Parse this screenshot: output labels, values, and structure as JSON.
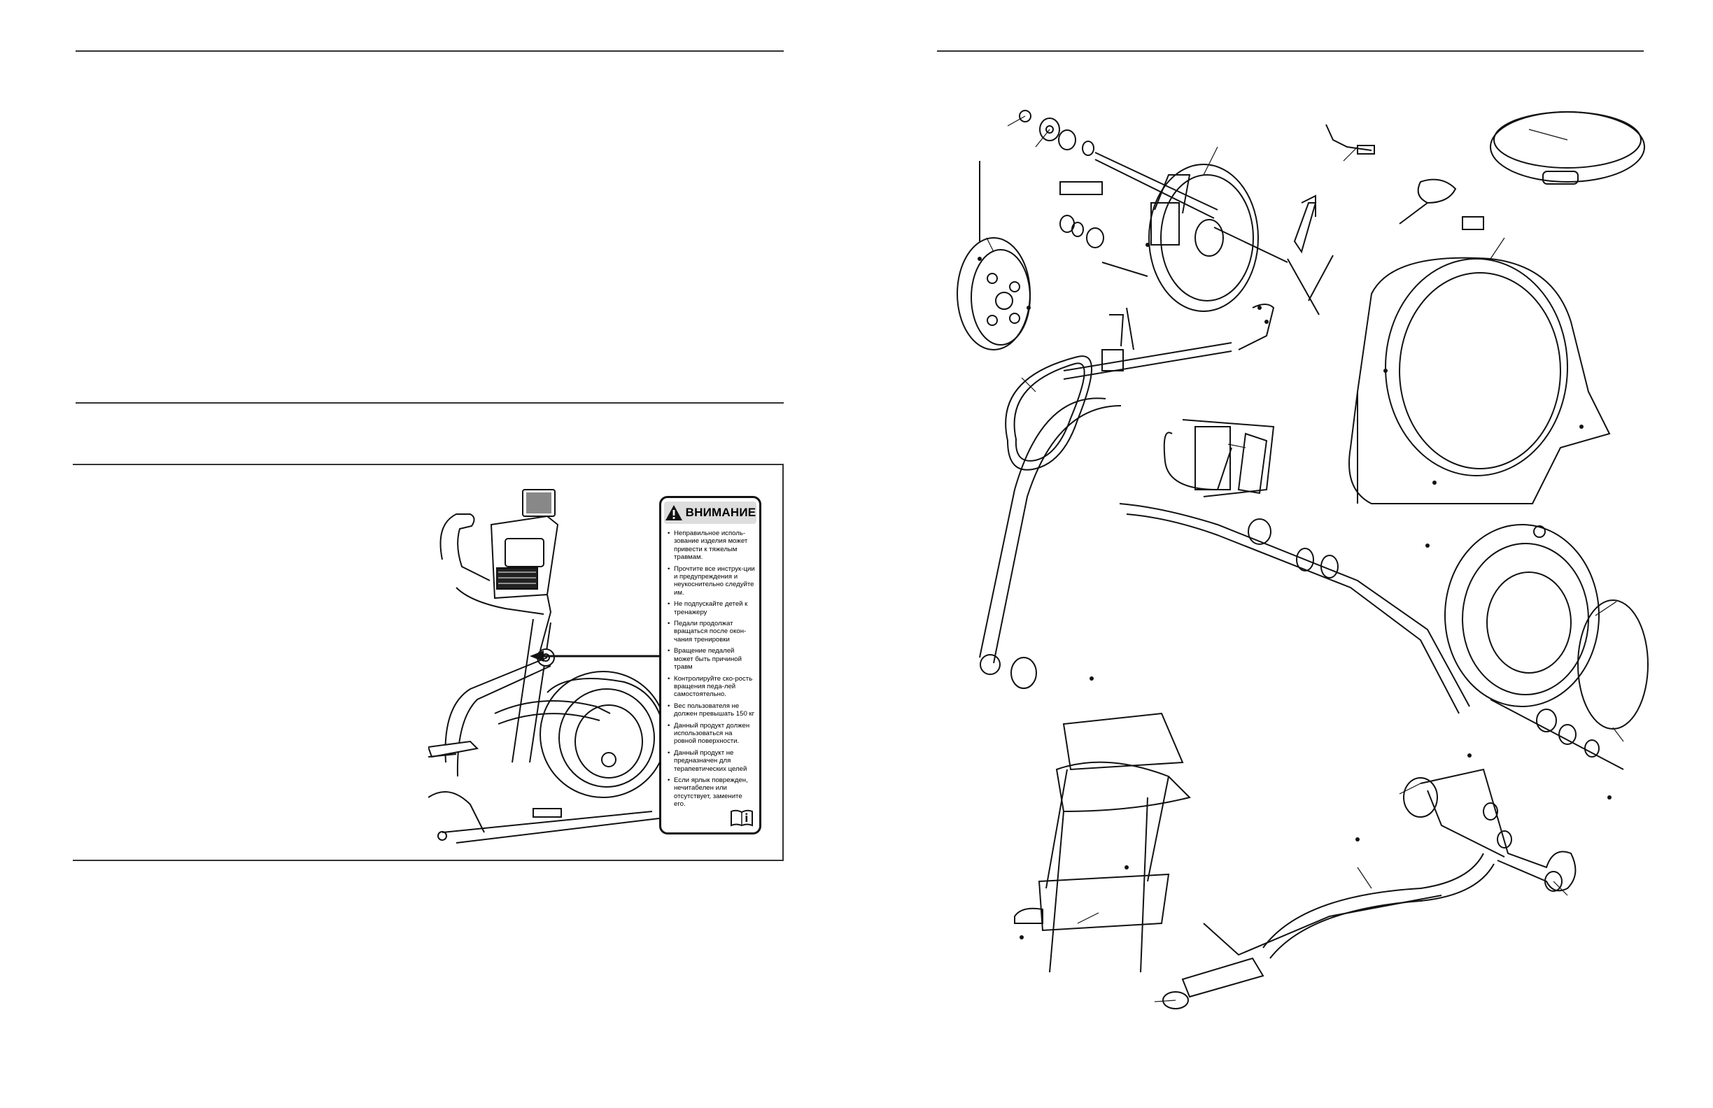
{
  "warning_label": {
    "title": "ВНИМАНИЕ",
    "items": [
      "Неправильное исполь-зование изделия может привести к тяжелым травмам.",
      "Прочтите все инструк-ции и предупреждения и неукоснительно следуйте им.",
      "Не подпускайте детей к тренажеру",
      "Педали продолжат вращаться после окон-чания тренировки",
      "Вращение педалей может быть причиной травм",
      "Контролируйте ско-рость вращения педа-лей самостоятельно.",
      "Вес пользователя не должен превышать 150 кг",
      "Данный продукт должен использоваться на ровной поверхности.",
      "Данный продукт не предназначен для терапевтических целей",
      "Если ярлык поврежден, нечитабелен или отсутствует, замените его."
    ],
    "icons": [
      "warning-triangle-icon",
      "manual-book-icon"
    ]
  },
  "figures": {
    "machine_illustration": "elliptical-trainer-illustration",
    "exploded_view": "elliptical-exploded-parts-diagram"
  }
}
